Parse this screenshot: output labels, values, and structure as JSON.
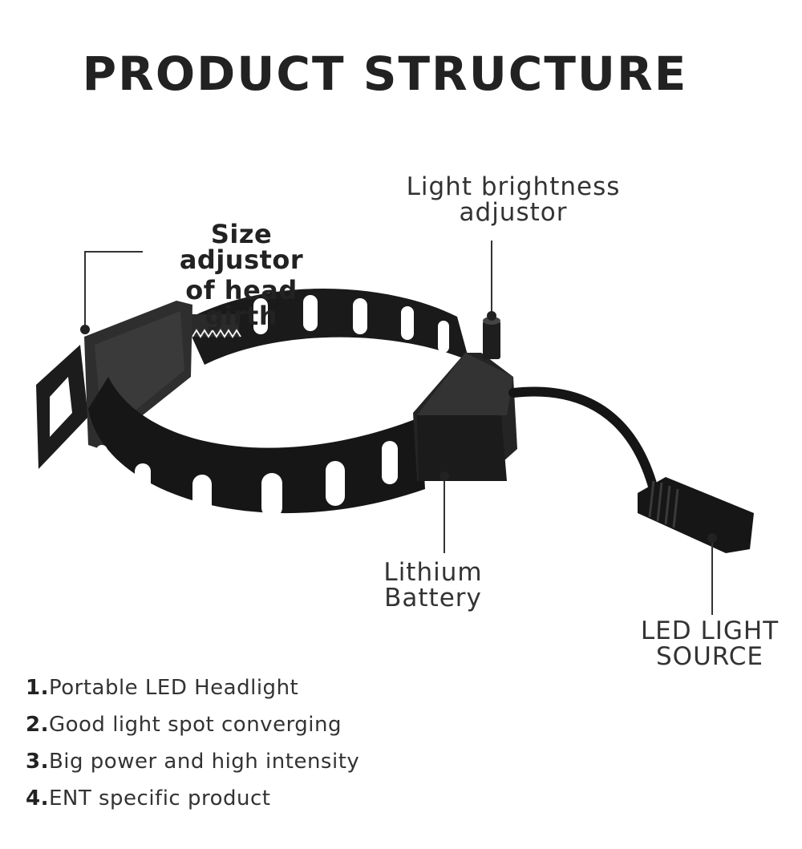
{
  "title": "PRODUCT STRUCTURE",
  "labels": {
    "size_adjustor": [
      "Size adjustor",
      "of head girth"
    ],
    "brightness": [
      "Light brightness",
      "adjustor"
    ],
    "battery": [
      "Lithium",
      "Battery"
    ],
    "led": [
      "LED LIGHT",
      "SOURCE"
    ]
  },
  "features": [
    {
      "num": "1.",
      "text": "Portable LED Headlight"
    },
    {
      "num": "2.",
      "text": "Good light spot converging"
    },
    {
      "num": "3.",
      "text": "Big power and high intensity"
    },
    {
      "num": "4.",
      "text": "ENT specific product"
    }
  ]
}
